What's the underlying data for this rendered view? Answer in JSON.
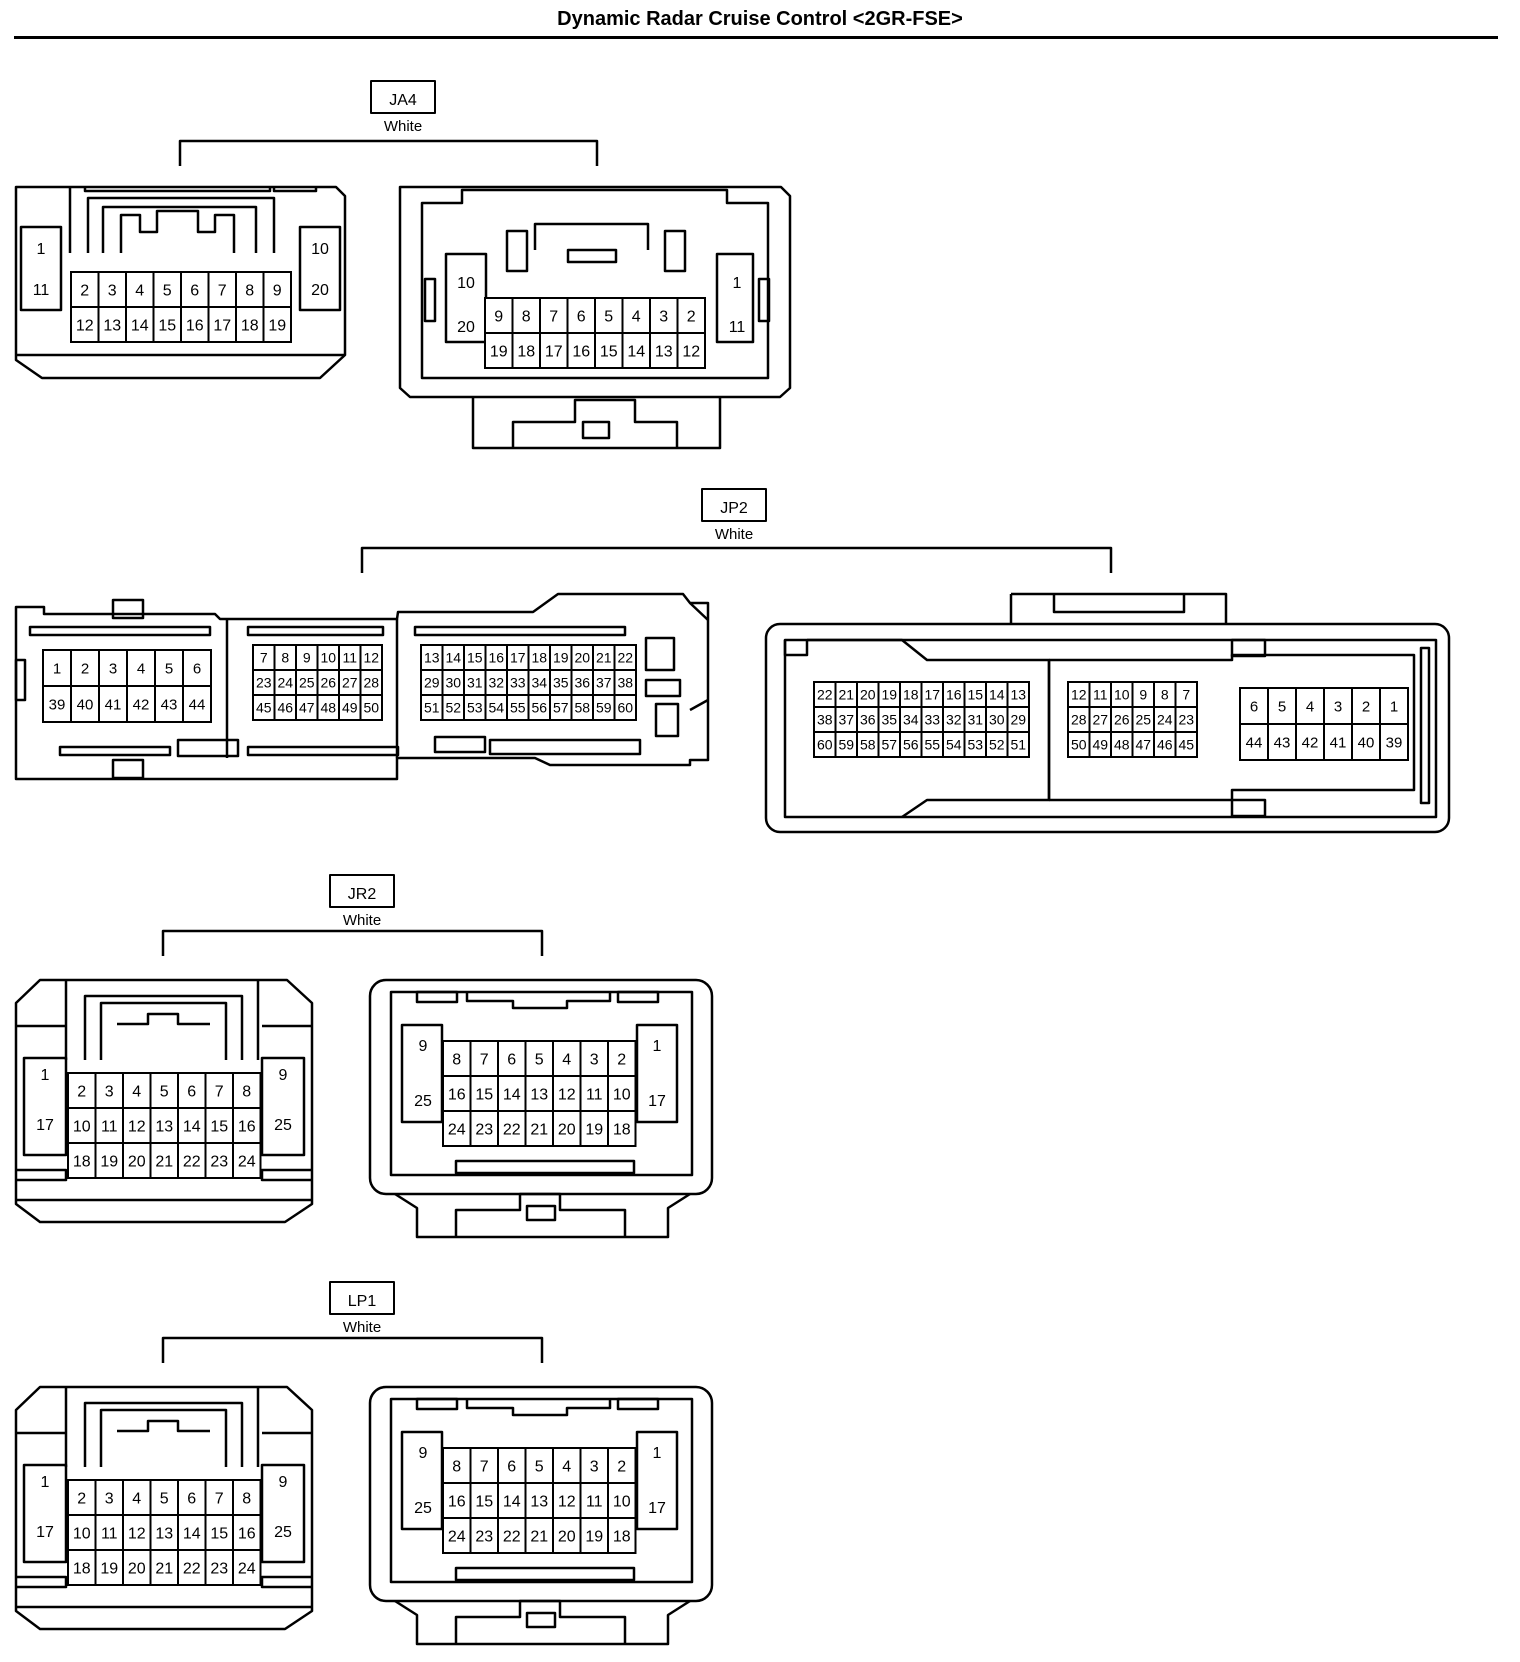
{
  "title": "Dynamic Radar Cruise Control <2GR-FSE>",
  "connectors": [
    {
      "id": "JA4",
      "color": "White"
    },
    {
      "id": "JP2",
      "color": "White"
    },
    {
      "id": "JR2",
      "color": "White"
    },
    {
      "id": "LP1",
      "color": "White"
    }
  ]
}
